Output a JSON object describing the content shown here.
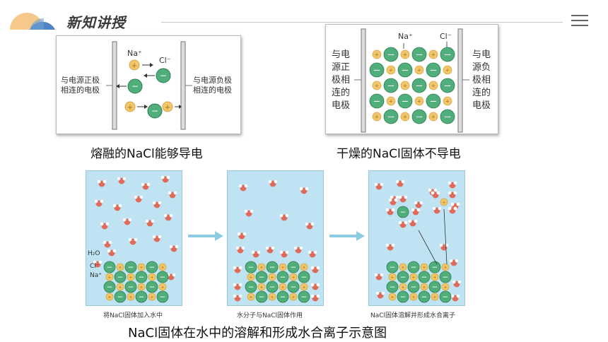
{
  "header": {
    "title": "新知讲授"
  },
  "panel_molten": {
    "ion_na": "Na⁺",
    "ion_cl": "Cl⁻",
    "left_electrode": "与电源正极相连的电极",
    "right_electrode": "与电源负极相连的电极",
    "caption": "熔融的NaCl能够导电"
  },
  "panel_solid": {
    "ion_na": "Na⁺",
    "ion_cl": "Cl⁻",
    "left_electrode": "与电源正极相连的电极",
    "right_electrode": "与电源负极相连的电极",
    "caption": "干燥的NaCl固体不导电"
  },
  "dissolution": {
    "h2o_label": "H₂O",
    "cl_label": "Cl⁻",
    "na_label": "Na⁺",
    "step1": "将NaCl固体加入水中",
    "step2": "水分子与NaCl固体作用",
    "step3": "NaCl固体溶解并形成水合离子",
    "caption": "NaCl固体在水中的溶解和形成水合离子示意图"
  },
  "colors": {
    "na_ion": "#f2c66a",
    "cl_ion": "#4fae7a",
    "water_bg": "#bfe3f2",
    "oxygen": "#e06a5a",
    "arrow": "#8ccbe0"
  }
}
